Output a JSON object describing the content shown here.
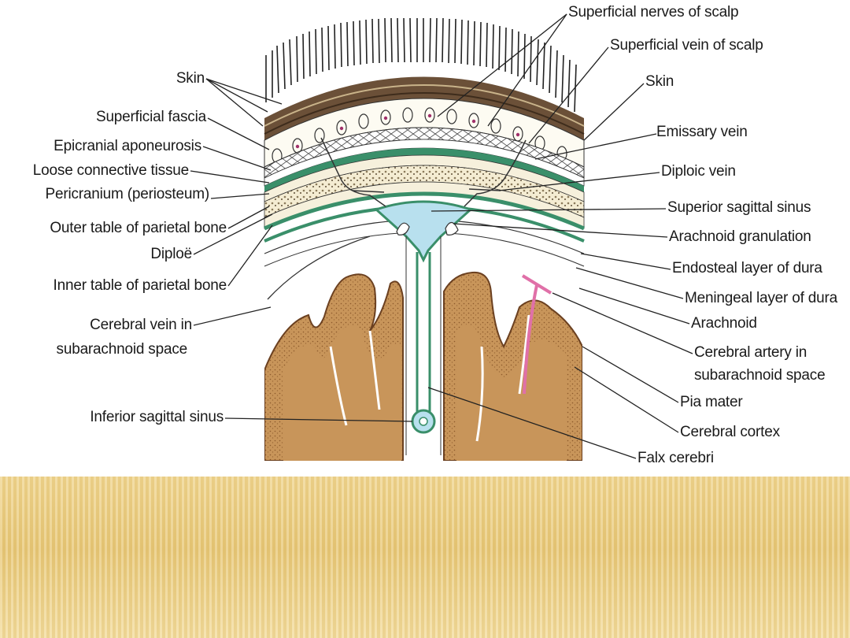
{
  "labels": {
    "superficial_nerves": "Superficial nerves of scalp",
    "superficial_vein": "Superficial vein of scalp",
    "skin_right": "Skin",
    "emissary_vein": "Emissary vein",
    "diploic_vein": "Diploic vein",
    "superior_sagittal_sinus": "Superior sagittal sinus",
    "arachnoid_granulation": "Arachnoid granulation",
    "endosteal_dura": "Endosteal layer of dura",
    "meningeal_dura": "Meningeal layer of dura",
    "arachnoid": "Arachnoid",
    "cerebral_artery_1": "Cerebral artery in",
    "cerebral_artery_2": "subarachnoid space",
    "pia_mater": "Pia mater",
    "cerebral_cortex": "Cerebral cortex",
    "falx_cerebri": "Falx cerebri",
    "skin_left": "Skin",
    "superficial_fascia": "Superficial fascia",
    "epicranial_aponeurosis": "Epicranial aponeurosis",
    "loose_connective": "Loose connective tissue",
    "pericranium": "Pericranium (periosteum)",
    "outer_table": "Outer table of parietal bone",
    "diploe": "Diploë",
    "inner_table": "Inner table of parietal bone",
    "cerebral_vein_1": "Cerebral vein in",
    "cerebral_vein_2": "subarachnoid space",
    "inferior_sagittal_sinus": "Inferior sagittal sinus"
  },
  "colors": {
    "cortex": "#c8955a",
    "cortex_dark": "#7a4a22",
    "sinus": "#b8e0ee",
    "dura": "#3a8f6a",
    "bone": "#f6f0dc",
    "scalp_dark": "#5a4530",
    "artery": "#e070a8",
    "band": "#eccd7f"
  }
}
